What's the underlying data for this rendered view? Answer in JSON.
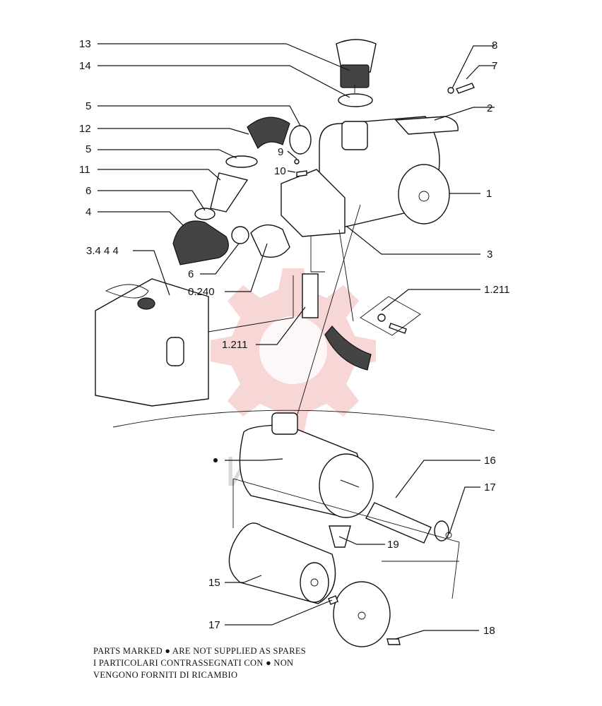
{
  "labels": {
    "l13": "13",
    "l14": "14",
    "l8": "8",
    "l7": "7",
    "l2": "2",
    "l5a": "5",
    "l12": "12",
    "l9": "9",
    "l5b": "5",
    "l10": "10",
    "l11": "11",
    "l1": "1",
    "l6a": "6",
    "l4": "4",
    "l3": "3",
    "l3444": "3.4 4 4",
    "l6b": "6",
    "l0240": "0.240",
    "l1211a": "1.211",
    "l1211b": "1.211",
    "l16": "16",
    "l17a": "17",
    "l19": "19",
    "l15": "15",
    "l17b": "17",
    "l18": "18"
  },
  "watermark": {
    "text": "ИНТЕХ"
  },
  "note": {
    "line1": "PARTS MARKED ● ARE NOT SUPPLIED AS SPARES",
    "line2": "I PARTICOLARI CONTRASSEGNATI CON ●  NON",
    "line3": "VENGONO FORNITI DI RICAMBIO"
  }
}
